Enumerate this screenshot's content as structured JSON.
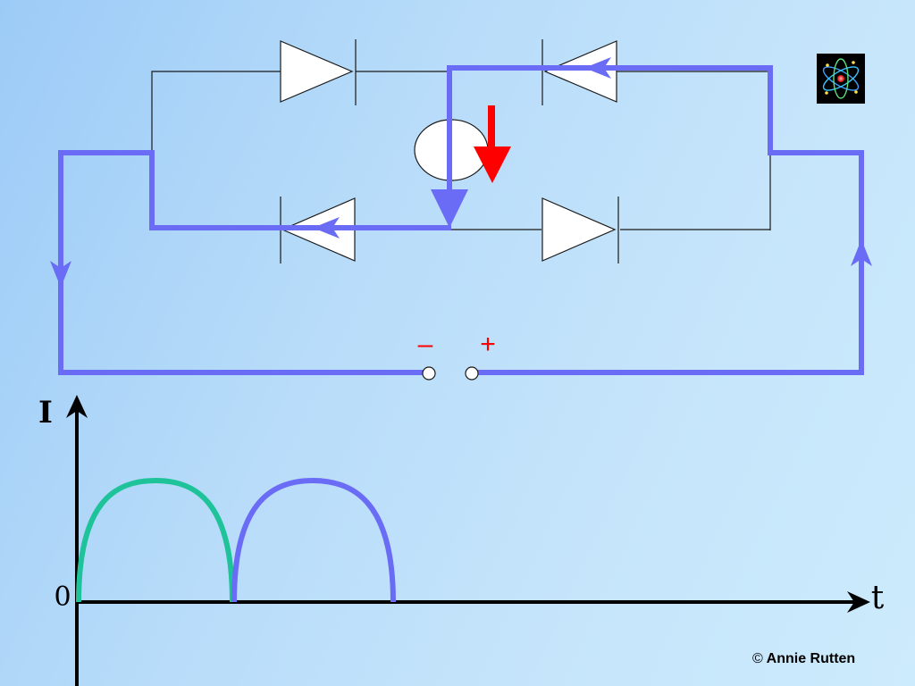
{
  "colors": {
    "current_path": "#6a6cf5",
    "wire": "#1a1a1a",
    "arrow_red": "#ff0000",
    "first_half_wave": "#1fc39a",
    "second_half_wave": "#6a6cf5",
    "axis": "#000000"
  },
  "terminals": {
    "minus": "–",
    "plus": "+"
  },
  "graph": {
    "y_label": "I",
    "x_label": "t",
    "origin_label": "0"
  },
  "footer": {
    "copyright_symbol": "©",
    "author": "Annie Rutten"
  },
  "icons": {
    "logo": "atom-icon"
  }
}
